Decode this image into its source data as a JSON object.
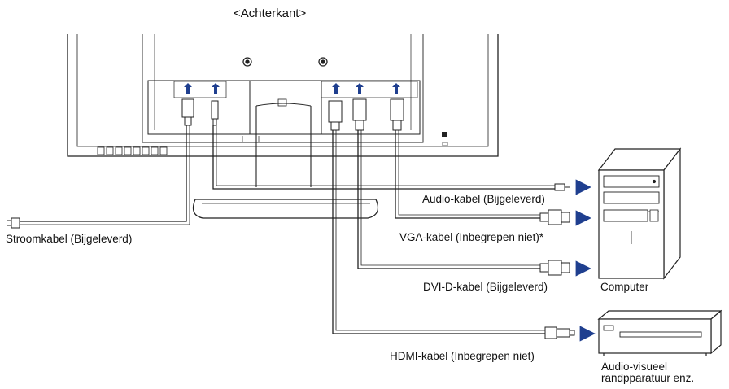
{
  "title": "<Achterkant>",
  "cables": {
    "power": "Stroomkabel (Bijgeleverd)",
    "audio": "Audio-kabel (Bijgeleverd)",
    "vga": "VGA-kabel (Inbegrepen niet)*",
    "dvi": "DVI-D-kabel (Bijgeleverd)",
    "hdmi": "HDMI-kabel (Inbegrepen niet)"
  },
  "devices": {
    "computer": "Computer",
    "av_line1": "Audio-visueel",
    "av_line2": "randpparatuur enz."
  },
  "colors": {
    "line": "#222222",
    "arrow": "#1f3f8f"
  }
}
